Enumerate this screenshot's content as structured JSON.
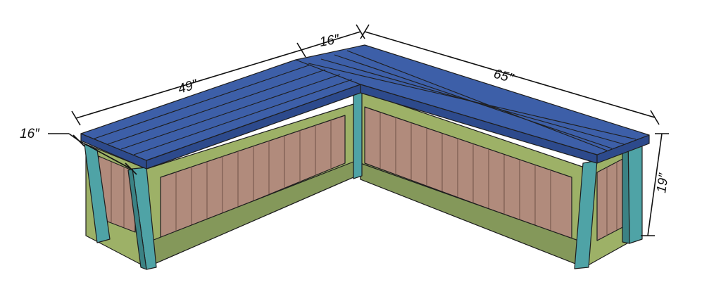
{
  "dimensions": {
    "back_left_length": "49″",
    "corner_width": "16″",
    "back_right_length": "65″",
    "left_end_depth": "16″",
    "height": "19″"
  },
  "colors": {
    "seat_top": "#3d5fa8",
    "seat_top_dark": "#2d4a8c",
    "frame_rail": "#9db167",
    "frame_rail_dark": "#84985a",
    "panel_slat": "#b18b7c",
    "panel_slat_dark": "#93705f",
    "leg": "#4fa3a6",
    "leg_dark": "#3b8284",
    "outline": "#1e1e1e"
  }
}
